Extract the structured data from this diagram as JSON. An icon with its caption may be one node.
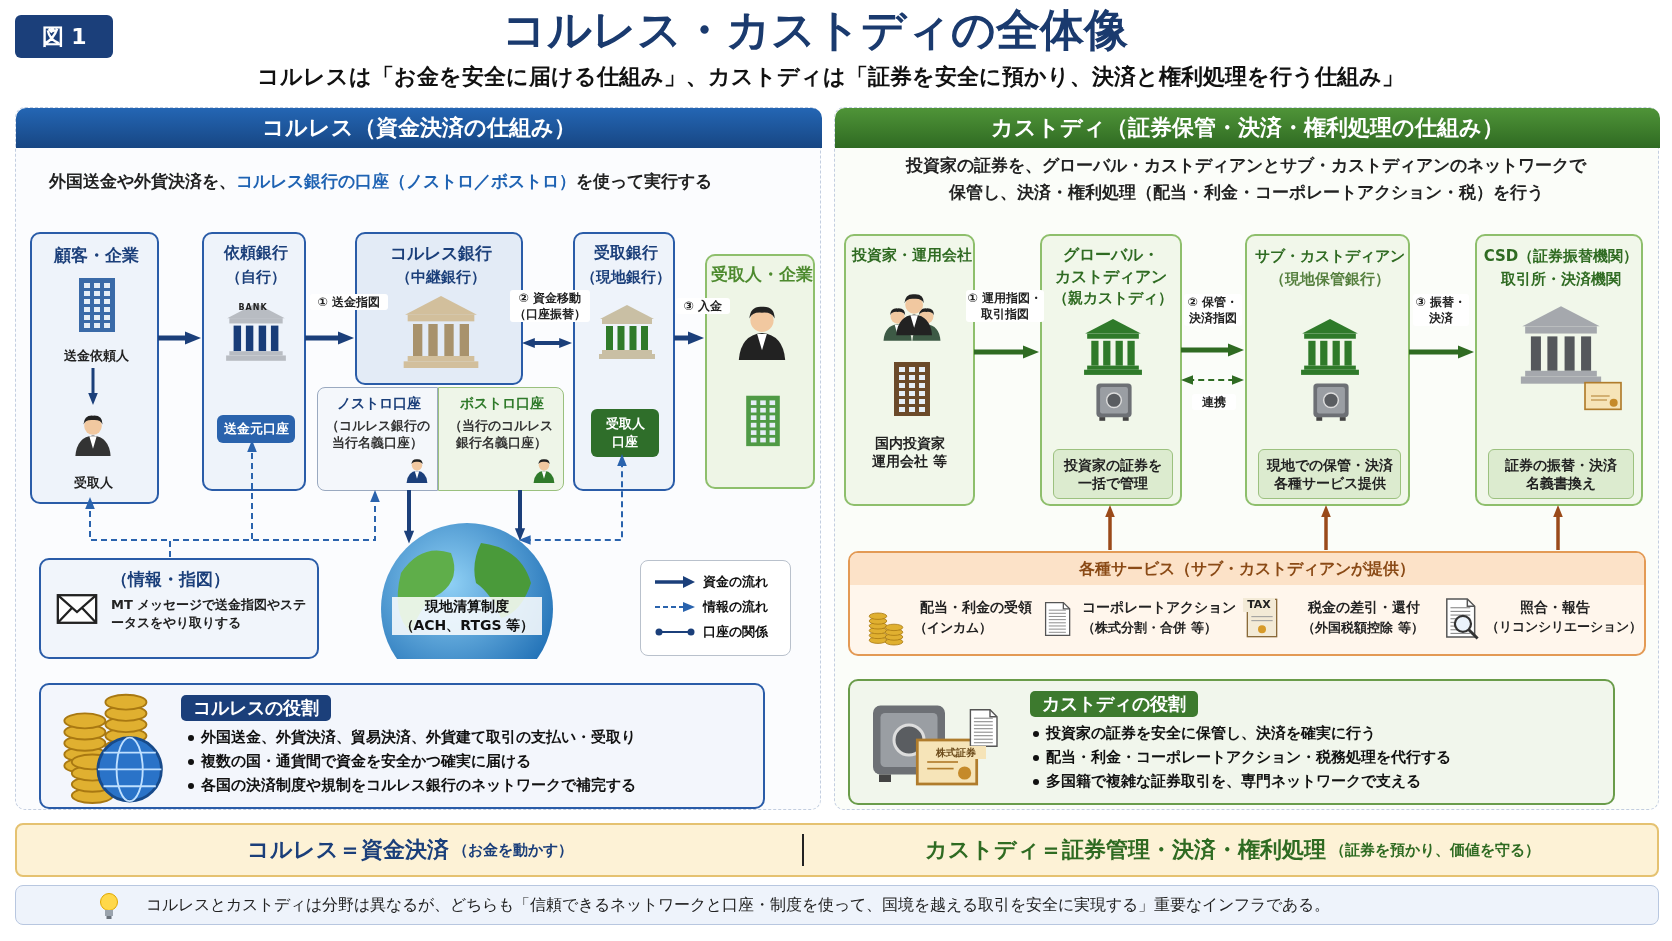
{
  "diagram": {
    "title": "コルレス・カストディの全体像",
    "nodes": [
      {
        "text": [
          "コルレス（資金決済の仕組み）",
          "外国送金や外貨決済を、**コルレス銀行の口座（ノストロ／ボストロ）**を使って実行する"
        ]
      },
      {
        "text": [
          "顧客・企業"
        ],
        "in": 0
      },
      {
        "text": [
          "送金依頼人"
        ],
        "in": 1
      },
      {
        "text": [
          "受取人"
        ],
        "in": 1
      },
      {
        "text": [
          "依頼銀行",
          "（自行）"
        ],
        "in": 0
      },
      {
        "text": [
          "送金元口座"
        ],
        "in": 4
      },
      {
        "text": [
          "コルレス銀行",
          "（中継銀行）"
        ],
        "in": 0
      },
      {
        "text": [
          "ノストロ口座",
          "（コルレス銀行の当行名義口座）"
        ],
        "in": 0
      },
      {
        "text": [
          "ボストロ口座",
          "（当行のコルレス銀行名義口座）"
        ],
        "in": 0
      },
      {
        "text": [
          "受取銀行",
          "（現地銀行）"
        ],
        "in": 0
      },
      {
        "text": [
          "受取人口座"
        ],
        "in": 9
      },
      {
        "text": [
          "受取人・企業"
        ],
        "in": 0
      },
      {
        "text": [
          "（情報・指図）",
          "MT メッセージで送金指図やステータスをやり取りする"
        ],
        "in": 0
      },
      {
        "text": [
          "現地清算制度",
          "（ACH、RTGS 等）"
        ],
        "in": 0
      },
      {
        "text": [
          "コルレスの役割",
          "外国送金、外貨決済、貿易決済、外貨建て取引の支払い・受取り",
          "複数の国・通貨間で資金を安全かつ確実に届ける",
          "各国の決済制度や規制をコルレス銀行のネットワークで補完する"
        ],
        "in": 0
      },
      {
        "text": [
          "カストディ（証券保管・決済・権利処理の仕組み）",
          "投資家の証券を、グローバル・カストディアンとサブ・カストディアンのネットワークで保管し、決済・権利処理（配当・利金・コーポレートアクション・税）を行う"
        ]
      },
      {
        "text": [
          "投資家・運用会社",
          "国内投資家運用会社 等"
        ],
        "in": 15
      },
      {
        "text": [
          "グローバル・カストディアン",
          "（親カストディ）"
        ],
        "in": 15
      },
      {
        "text": [
          "投資家の証券を一括で管理"
        ],
        "in": 17
      },
      {
        "text": [
          "サブ・カストディアン",
          "（現地保管銀行）"
        ],
        "in": 15
      },
      {
        "text": [
          "現地での保管・決済各種サービス提供"
        ],
        "in": 19
      },
      {
        "text": [
          "CSD（証券振替機関）",
          "取引所・決済機関"
        ],
        "in": 15
      },
      {
        "text": [
          "証券の振替・決済名義書換え"
        ],
        "in": 21
      },
      {
        "text": [
          "各種サービス（サブ・カストディアンが提供）",
          "配当・利金の受領",
          "（インカム）",
          "コーポレートアクション",
          "（株式分割・合併 等）",
          "税金の差引・還付",
          "（外国税額控除 等）",
          "照合・報告",
          "（リコンシリエーション）"
        ],
        "in": 15
      },
      {
        "text": [
          "カストディの役割",
          "投資家の証券を安全に保管し、決済を確実に行う",
          "配当・利金・コーポレートアクション・税務処理を代行する",
          "多国籍で複雑な証券取引を、専門ネットワークで支える"
        ],
        "in": 15
      },
      {
        "text": [
          "コルレス＝資金決済",
          "（お金を動かす）",
          "カストディ＝証券管理・決済・権利処理",
          "（証券を預かり、価値を守る）"
        ]
      },
      {
        "text": [
          "コルレスとカストディは分野は異なるが、どちらも「信頼できるネットワークと口座・制度を使って、国境を越える取引を安全に実現する」重要なインフラである。"
        ]
      }
    ],
    "edges": [
      {
        "from": 1,
        "to": 4,
        "arrow": "to"
      },
      {
        "from": 2,
        "to": 3,
        "arrow": "to"
      },
      {
        "from": 4,
        "to": 6,
        "arrow": "to",
        "label": "① 送金指図"
      },
      {
        "from": 6,
        "to": 9,
        "arrow": "both",
        "label": "② 資金移動（口座振替）"
      },
      {
        "from": 9,
        "to": 11,
        "arrow": "to",
        "label": "③ 入金"
      },
      {
        "from": 7,
        "to": 13,
        "arrow": "to"
      },
      {
        "from": 8,
        "to": 13,
        "arrow": "to"
      },
      {
        "from": 12,
        "to": 3,
        "arrow": "to",
        "style": "dashed",
        "color": "#2a63ad"
      },
      {
        "from": 12,
        "to": 5,
        "arrow": "to",
        "style": "dashed",
        "color": "#2a63ad"
      },
      {
        "from": 12,
        "to": 7,
        "arrow": "to",
        "style": "dashed",
        "color": "#2a63ad"
      },
      {
        "from": 10,
        "to": 13,
        "arrow": "both",
        "style": "dashed",
        "color": "#2a63ad"
      },
      {
        "from": 16,
        "to": 17,
        "arrow": "to",
        "label": "① 運用指図・取引指図",
        "color": "#2f6b22"
      },
      {
        "from": 17,
        "to": 19,
        "arrow": "to",
        "label": "② 保管・決済指図",
        "color": "#2f6b22"
      },
      {
        "from": 17,
        "to": 19,
        "arrow": "both",
        "label": "連携",
        "style": "dashed",
        "color": "#2f6b22"
      },
      {
        "from": 19,
        "to": 21,
        "arrow": "to",
        "label": "③ 振替・決済",
        "color": "#2f6b22"
      },
      {
        "from": 23,
        "to": 17,
        "arrow": "to",
        "color": "#9a4a1a"
      },
      {
        "from": 23,
        "to": 19,
        "arrow": "to",
        "color": "#9a4a1a"
      },
      {
        "from": 23,
        "to": 21,
        "arrow": "to",
        "color": "#9a4a1a"
      }
    ],
    "labels": [
      "図 1",
      "コルレスは「お金を安全に届ける仕組み」、カストディは「証券を安全に預かり、決済と権利処理を行う仕組み」",
      "BANK",
      "TAX",
      "株式証券"
    ],
    "legend": [
      {
        "text": "資金の流れ"
      },
      {
        "text": "情報の流れ"
      },
      {
        "text": "口座の関係"
      }
    ]
  }
}
